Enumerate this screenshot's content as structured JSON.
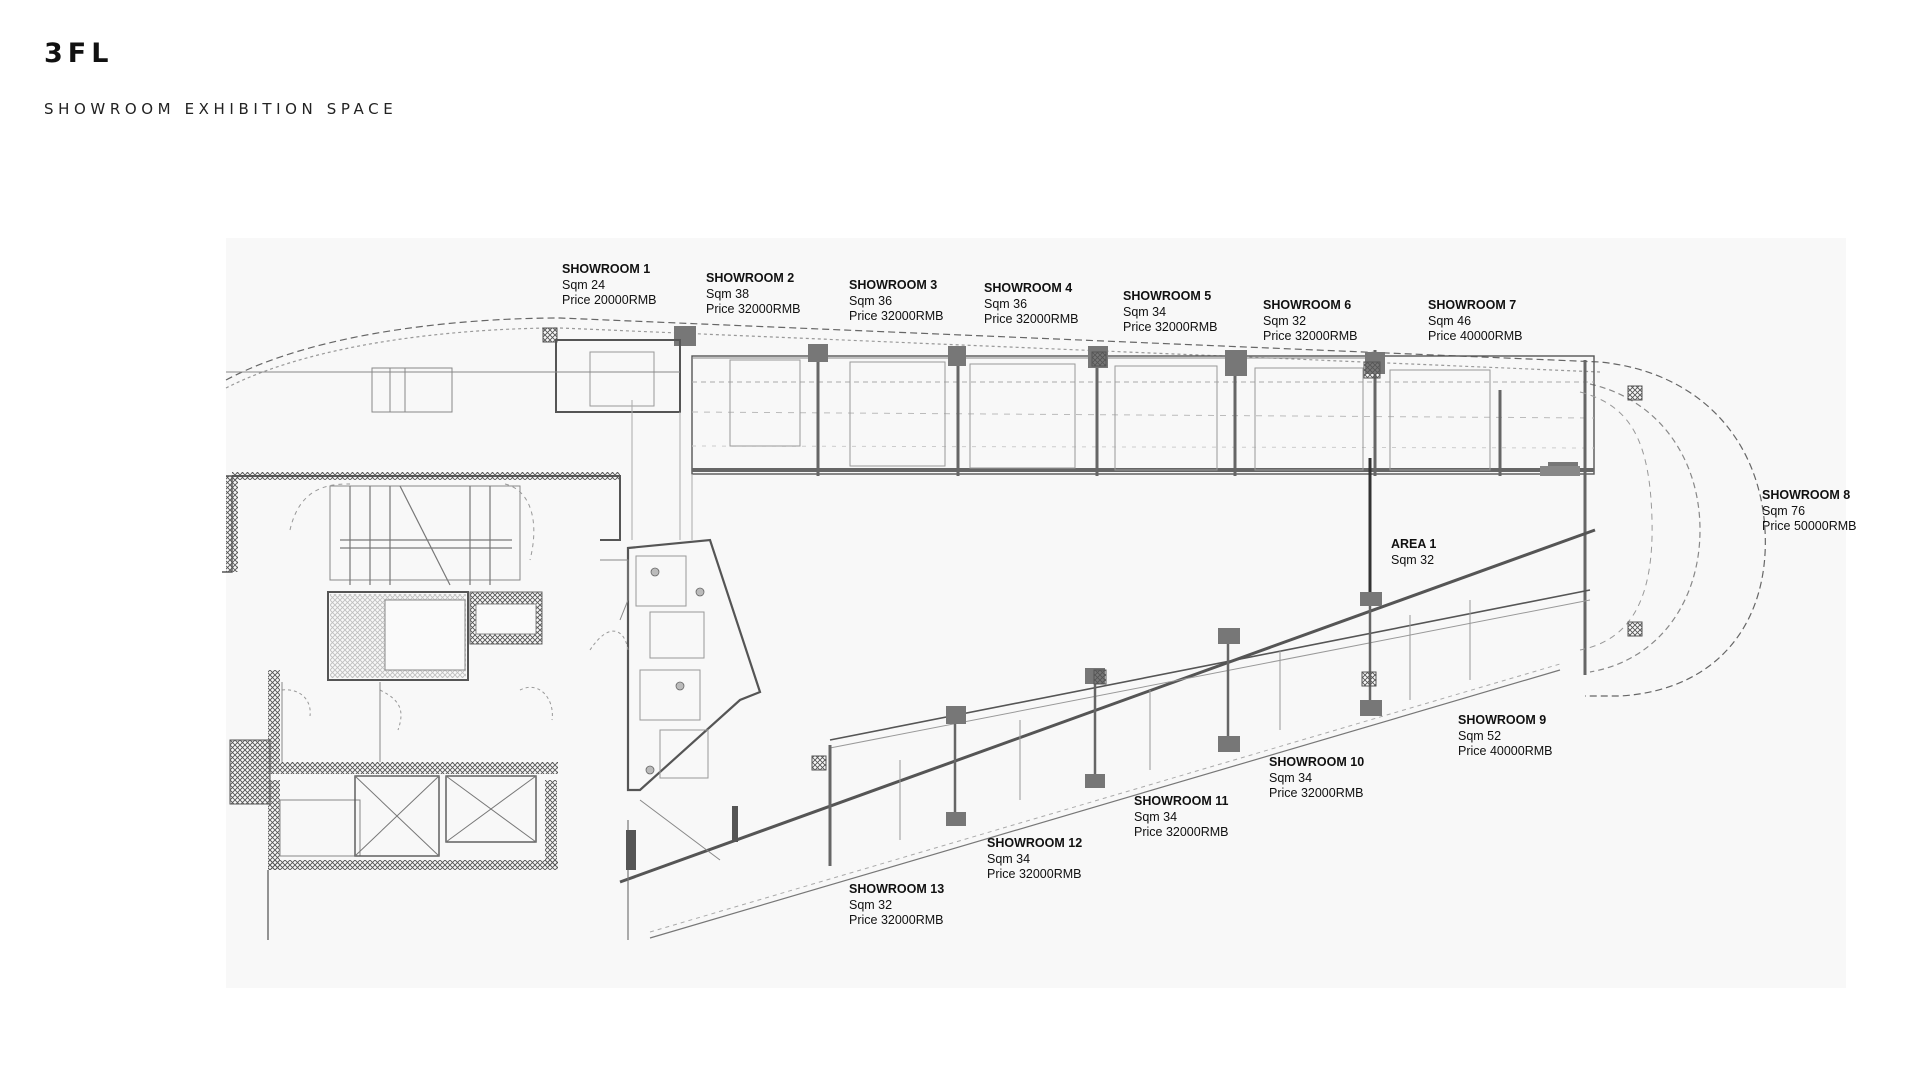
{
  "floor": "3FL",
  "subtitle": "SHOWROOM EXHIBITION SPACE",
  "rooms": [
    {
      "name": "SHOWROOM 1",
      "sqm": "Sqm 24",
      "price": "Price 20000RMB"
    },
    {
      "name": "SHOWROOM 2",
      "sqm": "Sqm 38",
      "price": "Price 32000RMB"
    },
    {
      "name": "SHOWROOM 3",
      "sqm": "Sqm 36",
      "price": "Price 32000RMB"
    },
    {
      "name": "SHOWROOM 4",
      "sqm": "Sqm 36",
      "price": "Price 32000RMB"
    },
    {
      "name": "SHOWROOM 5",
      "sqm": "Sqm 34",
      "price": "Price 32000RMB"
    },
    {
      "name": "SHOWROOM 6",
      "sqm": "Sqm 32",
      "price": "Price 32000RMB"
    },
    {
      "name": "SHOWROOM 7",
      "sqm": "Sqm 46",
      "price": "Price 40000RMB"
    },
    {
      "name": "SHOWROOM 8",
      "sqm": "Sqm 76",
      "price": "Price 50000RMB"
    },
    {
      "name": "AREA 1",
      "sqm": "Sqm 32",
      "price": ""
    },
    {
      "name": "SHOWROOM 9",
      "sqm": "Sqm 52",
      "price": "Price 40000RMB"
    },
    {
      "name": "SHOWROOM 10",
      "sqm": "Sqm 34",
      "price": "Price 32000RMB"
    },
    {
      "name": "SHOWROOM 11",
      "sqm": "Sqm 34",
      "price": "Price 32000RMB"
    },
    {
      "name": "SHOWROOM 12",
      "sqm": "Sqm 34",
      "price": "Price 32000RMB"
    },
    {
      "name": "SHOWROOM 13",
      "sqm": "Sqm 32",
      "price": "Price 32000RMB"
    }
  ]
}
